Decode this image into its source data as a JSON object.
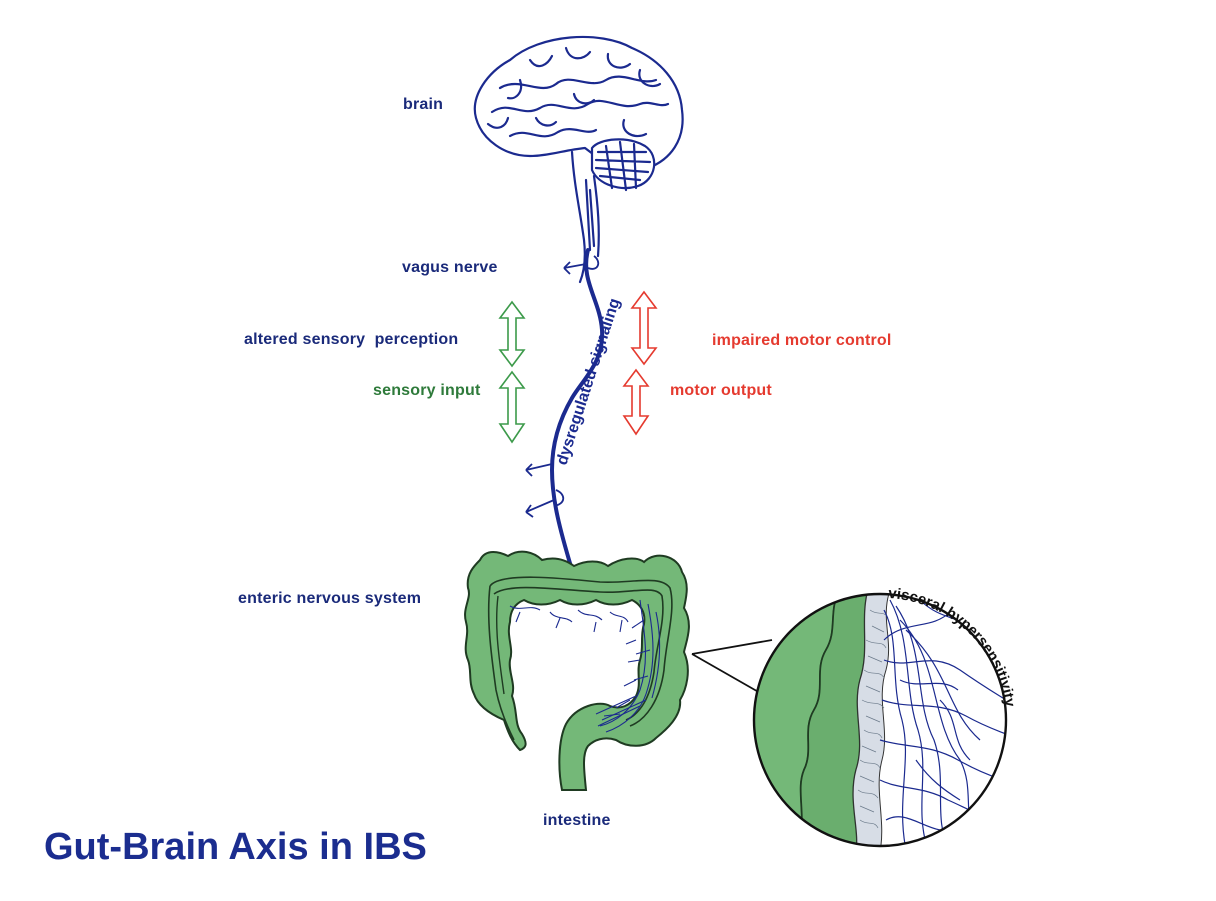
{
  "title": "Gut-Brain Axis in IBS",
  "labels": {
    "brain": "brain",
    "vagus_nerve": "vagus nerve",
    "altered_sensory": "altered sensory  perception",
    "sensory_input": "sensory input",
    "impaired_motor": "impaired motor control",
    "motor_output": "motor output",
    "dysregulated": "dysregulated signaling",
    "enteric": "enteric nervous system",
    "intestine": "intestine",
    "visceral": "visceral hypersensitivity"
  },
  "colors": {
    "navy": "#1a2a7a",
    "nerve": "#1b2a8f",
    "sensory_green": "#2e7a3a",
    "motor_red": "#e53a2f",
    "gut_fill": "#74b878",
    "gut_stroke": "#1f3b22"
  }
}
